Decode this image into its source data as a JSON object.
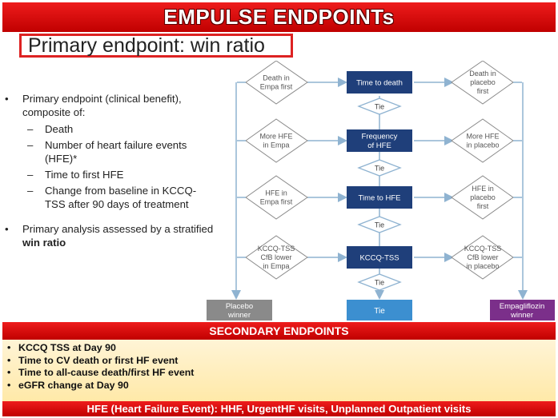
{
  "banner": {
    "title": "EMPULSE ENDPOINTs"
  },
  "subtitle": "Primary endpoint: win ratio",
  "bullets": {
    "b1": "Primary endpoint (clinical benefit), composite of:",
    "d1": "Death",
    "d2": "Number of heart failure events (HFE)*",
    "d3": "Time to first HFE",
    "d4": "Change from baseline in KCCQ-TSS after 90 days of treatment",
    "b2_prefix": "Primary analysis assessed by a stratified ",
    "b2_bold": "win ratio"
  },
  "flowchart": {
    "left": {
      "r1": [
        "Death in",
        "Empa first"
      ],
      "r2": [
        "More HFE",
        "in Empa"
      ],
      "r3": [
        "HFE in",
        "Empa first"
      ],
      "r4": [
        "KCCQ-TSS",
        "CfB lower",
        "in Empa"
      ]
    },
    "center": {
      "r1": [
        "Time to death"
      ],
      "r2": [
        "Frequency",
        "of HFE"
      ],
      "r3": [
        "Time to HFE"
      ],
      "r4": [
        "KCCQ-TSS"
      ]
    },
    "right": {
      "r1": [
        "Death in",
        "placebo",
        "first"
      ],
      "r2": [
        "More HFE",
        "in placebo"
      ],
      "r3": [
        "HFE in",
        "placebo",
        "first"
      ],
      "r4": [
        "KCCQ-TSS",
        "CfB lower",
        "in placebo"
      ]
    },
    "tie_label": "Tie",
    "outcomes": {
      "placebo": [
        "Placebo",
        "winner"
      ],
      "tie": [
        "Tie"
      ],
      "empa": [
        "Empagliflozin",
        "winner"
      ]
    },
    "colors": {
      "navy": "#1f3f7a",
      "blue": "#3c8fd0",
      "grey": "#8a8a8a",
      "purple": "#7b2f8a"
    }
  },
  "secondary": {
    "header": "SECONDARY ENDPOINTS",
    "items": [
      "KCCQ TSS at Day 90",
      "Time to CV death or first HF event",
      "Time to all-cause death/first HF event",
      "eGFR change at Day 90"
    ]
  },
  "footer": "HFE (Heart Failure Event): HHF, UrgentHF visits, Unplanned Outpatient visits"
}
